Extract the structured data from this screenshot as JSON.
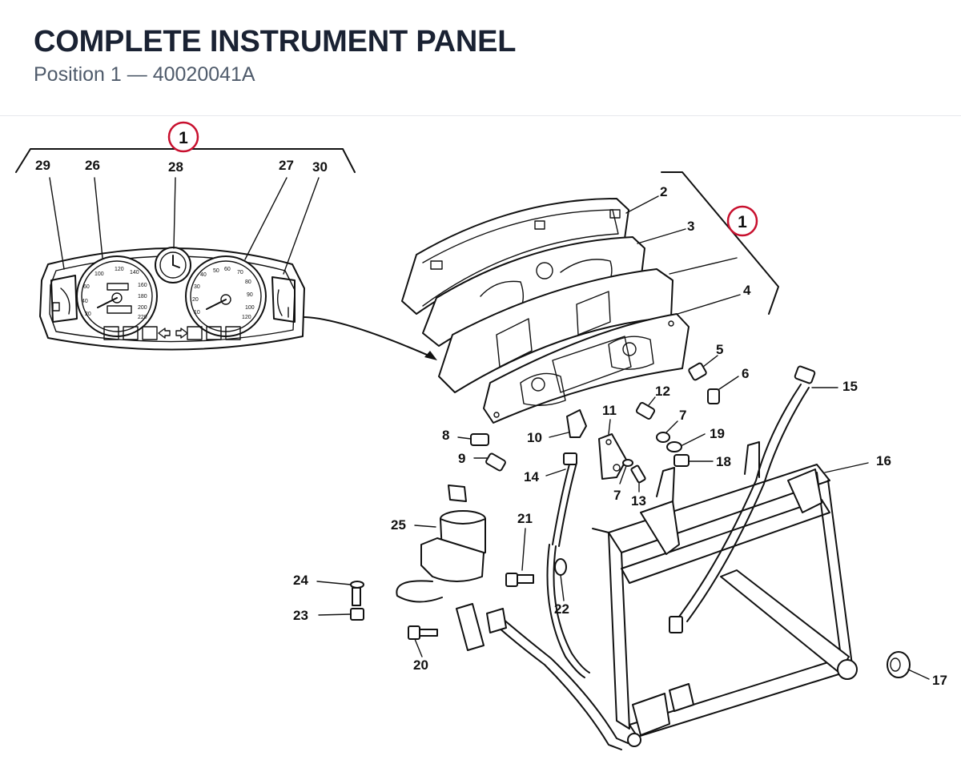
{
  "header": {
    "title": "COMPLETE INSTRUMENT PANEL",
    "subtitle_prefix": "Position 1",
    "subtitle_sep": " — ",
    "part_number": "40020041A"
  },
  "assembly_callout": "1",
  "callouts": {
    "p2": "2",
    "p3": "3",
    "p4": "4",
    "p5": "5",
    "p6": "6",
    "p7a": "7",
    "p7b": "7",
    "p8": "8",
    "p9": "9",
    "p10": "10",
    "p11": "11",
    "p12": "12",
    "p13": "13",
    "p14": "14",
    "p15": "15",
    "p16": "16",
    "p17": "17",
    "p18": "18",
    "p19": "19",
    "p20": "20",
    "p21": "21",
    "p22": "22",
    "p23": "23",
    "p24": "24",
    "p25": "25",
    "p26": "26",
    "p27": "27",
    "p28": "28",
    "p29": "29",
    "p30": "30"
  },
  "colors": {
    "title": "#1a2233",
    "subtitle": "#4f5b6b",
    "badge_ring": "#c8102e",
    "line": "#111111"
  },
  "icons": {
    "fuel": "fuel-icon",
    "temperature": "temperature-icon",
    "turn_left": "arrow-left-icon",
    "turn_right": "arrow-right-icon",
    "ignition_key": "key-icon"
  }
}
